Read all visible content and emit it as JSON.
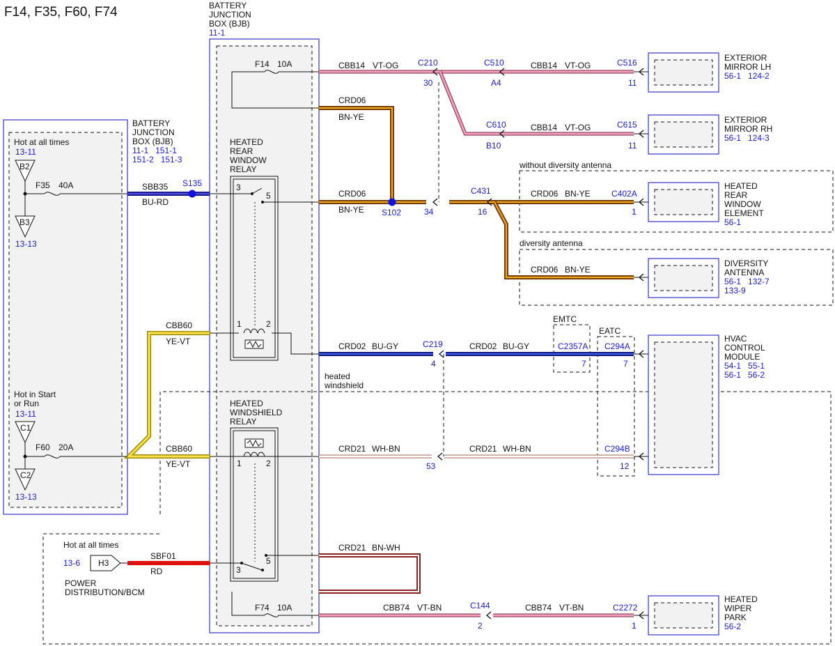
{
  "page_title": "F14, F35, F60, F74",
  "colors": {
    "box_stroke": "#3333cc",
    "box_fill": "#f2f2f2",
    "ref_text": "#1a1ad0",
    "bu_rd": "#2a2ab8",
    "bn_ye_outer": "#7a3a08",
    "bn_ye_inner": "#f0b020",
    "vt_og": "#e07090",
    "ye_vt": "#e8c400",
    "bu_gy": "#2036c8",
    "rd": "#e01010",
    "splice": "#1010e0"
  },
  "bjb_main": {
    "title": [
      "BATTERY",
      "JUNCTION",
      "BOX (BJB)"
    ],
    "ref": "11-1",
    "fuse_f14": {
      "name": "F14",
      "rating": "10A"
    },
    "fuse_f74": {
      "name": "F74",
      "rating": "10A"
    },
    "relay_rear": {
      "title": [
        "HEATED",
        "REAR",
        "WINDOW",
        "RELAY"
      ],
      "pins": [
        "3",
        "5",
        "1",
        "2"
      ]
    },
    "relay_windshield": {
      "title": [
        "HEATED",
        "WINDSHIELD",
        "RELAY"
      ],
      "pins": [
        "1",
        "2",
        "3",
        "5"
      ]
    }
  },
  "bjb_left": {
    "title": [
      "BATTERY",
      "JUNCTION",
      "BOX (BJB)"
    ],
    "refs": [
      "11-1   151-1",
      "151-2   151-3"
    ],
    "hot_all": {
      "label": "Hot at all times",
      "ref": "13-11"
    },
    "b2": "B2",
    "b3": {
      "name": "B3",
      "ref": "13-13"
    },
    "fuse_f35": {
      "name": "F35",
      "rating": "40A"
    },
    "hot_run": {
      "label": [
        "Hot in Start",
        "or Run"
      ],
      "ref": "13-11"
    },
    "c1": "C1",
    "c2": {
      "name": "C2",
      "ref": "13-13"
    },
    "fuse_f60": {
      "name": "F60",
      "rating": "20A"
    }
  },
  "wires": {
    "cbb14_top": {
      "circuit": "CBB14",
      "color": "VT-OG"
    },
    "cbb14_lh": {
      "circuit": "CBB14",
      "color": "VT-OG"
    },
    "cbb14_rh": {
      "circuit": "CBB14",
      "color": "VT-OG"
    },
    "crd06_upper": {
      "circuit": "CRD06",
      "color": "BN-YE"
    },
    "crd06_mid": {
      "circuit": "CRD06",
      "color": "BN-YE"
    },
    "crd06_heated": {
      "circuit": "CRD06",
      "color": "BN-YE"
    },
    "crd06_div": {
      "circuit": "CRD06",
      "color": "BN-YE"
    },
    "sbb35": {
      "circuit": "SBB35",
      "color": "BU-RD"
    },
    "cbb60_upper": {
      "circuit": "CBB60",
      "color": "YE-VT"
    },
    "cbb60_lower": {
      "circuit": "CBB60",
      "color": "YE-VT"
    },
    "crd02_a": {
      "circuit": "CRD02",
      "color": "BU-GY"
    },
    "crd02_b": {
      "circuit": "CRD02",
      "color": "BU-GY"
    },
    "crd21_a": {
      "circuit": "CRD21",
      "color": "WH-BN"
    },
    "crd21_b": {
      "circuit": "CRD21",
      "color": "WH-BN"
    },
    "crd21_loop": {
      "circuit": "CRD21",
      "color": "BN-WH"
    },
    "sbf01": {
      "circuit": "SBF01",
      "color": "RD"
    },
    "cbb74_a": {
      "circuit": "CBB74",
      "color": "VT-BN"
    },
    "cbb74_b": {
      "circuit": "CBB74",
      "color": "VT-BN"
    }
  },
  "connectors": {
    "c210": {
      "name": "C210",
      "pin": "30"
    },
    "c510": {
      "name": "C510",
      "pin": "A4"
    },
    "c516": {
      "name": "C516",
      "pin": "11"
    },
    "c610": {
      "name": "C610",
      "pin": "B10"
    },
    "c615": {
      "name": "C615",
      "pin": "11"
    },
    "c431": {
      "name": "C431",
      "pin": "16"
    },
    "c431_34": "34",
    "c402a": {
      "name": "C402A",
      "pin": "1"
    },
    "c219": {
      "name": "C219",
      "pin": "4"
    },
    "c2357a": {
      "name": "C2357A",
      "pin": "7"
    },
    "c294a": {
      "name": "C294A",
      "pin": "7"
    },
    "c294b": {
      "name": "C294B",
      "pin": "12"
    },
    "c219_53": "53",
    "c144": {
      "name": "C144",
      "pin": "2"
    },
    "c2272": {
      "name": "C2272",
      "pin": "1"
    }
  },
  "splices": {
    "s135": "S135",
    "s102": "S102"
  },
  "components": {
    "mirror_lh": {
      "title": [
        "EXTERIOR",
        "MIRROR LH"
      ],
      "refs": "56-1   124-2"
    },
    "mirror_rh": {
      "title": [
        "EXTERIOR",
        "MIRROR RH"
      ],
      "refs": "56-1   124-3"
    },
    "heated_rear": {
      "title": [
        "HEATED",
        "REAR",
        "WINDOW",
        "ELEMENT"
      ],
      "refs": "56-1"
    },
    "diversity": {
      "title": [
        "DIVERSITY",
        "ANTENNA"
      ],
      "refs": [
        "56-1   132-7",
        "133-9"
      ]
    },
    "hvac": {
      "title": [
        "HVAC",
        "CONTROL",
        "MODULE"
      ],
      "refs": [
        "54-1   55-1",
        "56-1   56-2"
      ]
    },
    "wiper_park": {
      "title": [
        "HEATED",
        "WIPER",
        "PARK"
      ],
      "refs": "56-2"
    }
  },
  "options": {
    "without_diversity": "without diversity antenna",
    "diversity": "diversity antenna",
    "emtc": "EMTC",
    "eatc": "EATC",
    "heated_windshield": [
      "heated",
      "windshield"
    ]
  },
  "power": {
    "hot_all": "Hot at all times",
    "h3": "H3",
    "ref": "13-6",
    "label": [
      "POWER",
      "DISTRIBUTION/BCM"
    ]
  }
}
